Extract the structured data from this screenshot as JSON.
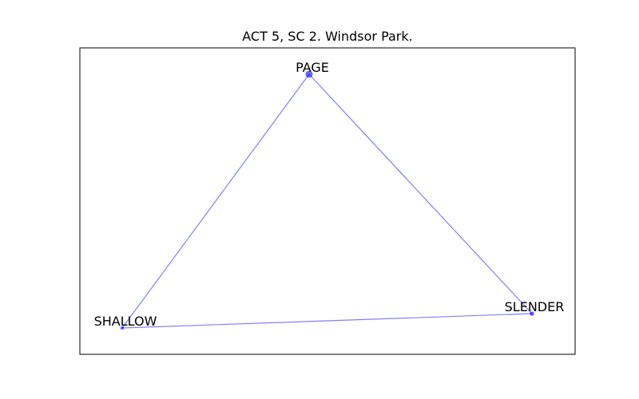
{
  "title": "ACT 5, SC 2. Windsor Park.",
  "graph": {
    "edge_color": "#0000ff",
    "node_color": "#0000ff",
    "nodes": [
      {
        "id": "PAGE",
        "label": "PAGE"
      },
      {
        "id": "SHALLOW",
        "label": "SHALLOW"
      },
      {
        "id": "SLENDER",
        "label": "SLENDER"
      }
    ],
    "edges": [
      {
        "source": "PAGE",
        "target": "SHALLOW"
      },
      {
        "source": "PAGE",
        "target": "SLENDER"
      },
      {
        "source": "SHALLOW",
        "target": "SLENDER"
      }
    ]
  }
}
